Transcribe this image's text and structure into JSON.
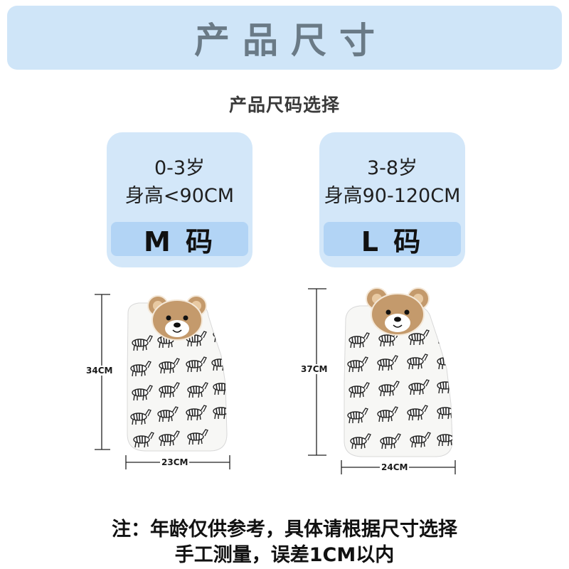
{
  "banner": {
    "title": "产品尺寸"
  },
  "subtitle": "产品尺码选择",
  "sizes": [
    {
      "age": "0-3岁",
      "height": "身高<90CM",
      "code": "M 码"
    },
    {
      "age": "3-8岁",
      "height": "身高90-120CM",
      "code": "L 码"
    }
  ],
  "products": [
    {
      "height_label": "34CM",
      "width_label": "23CM"
    },
    {
      "height_label": "37CM",
      "width_label": "24CM"
    }
  ],
  "notes": {
    "line1": "注：年龄仅供参考，具体请根据尺寸选择",
    "line2": "手工测量，误差1CM以内"
  },
  "colors": {
    "banner_bg": "#cfe5f8",
    "card_bg": "#d3e7f9",
    "code_bg": "#b2d4f5",
    "bear": "#c49a6c"
  },
  "icons": [
    "bear-face-icon",
    "zebra-icon"
  ]
}
